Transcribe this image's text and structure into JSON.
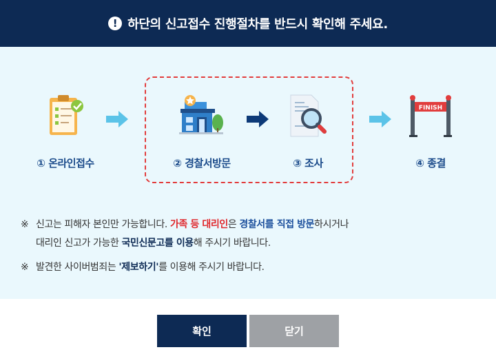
{
  "header": {
    "title": "하단의 신고접수 진행절차를 반드시 확인해 주세요.",
    "icon": "exclamation-circle-icon"
  },
  "steps": [
    {
      "label": "① 온라인접수",
      "icon": "clipboard-check-icon"
    },
    {
      "label": "② 경찰서방문",
      "icon": "police-station-icon"
    },
    {
      "label": "③ 조사",
      "icon": "document-magnifier-icon"
    },
    {
      "label": "④ 종결",
      "icon": "finish-line-icon",
      "banner": "FINISH"
    }
  ],
  "notice": {
    "mark": "※",
    "line1": {
      "p1": "신고는 피해자 본인만 가능합니다. ",
      "red": "가족 등 대리인",
      "p2": "은 ",
      "blue": "경찰서를 직접 방문",
      "p3": "하시거나",
      "p4": "대리인 신고가 가능한 ",
      "navy": "국민신문고를 이용",
      "p5": "해 주시기 바랍니다."
    },
    "line2": {
      "p1": "발견한 사이버범죄는 ",
      "bold": "'제보하기'",
      "p2": "를 이용해 주시기 바랍니다."
    }
  },
  "buttons": {
    "confirm": "확인",
    "close": "닫기"
  },
  "colors": {
    "navy": "#0d2a54",
    "panel": "#eaf8fd",
    "red": "#e0262b",
    "blue": "#1b4f9c",
    "gray": "#9ea1a5"
  }
}
